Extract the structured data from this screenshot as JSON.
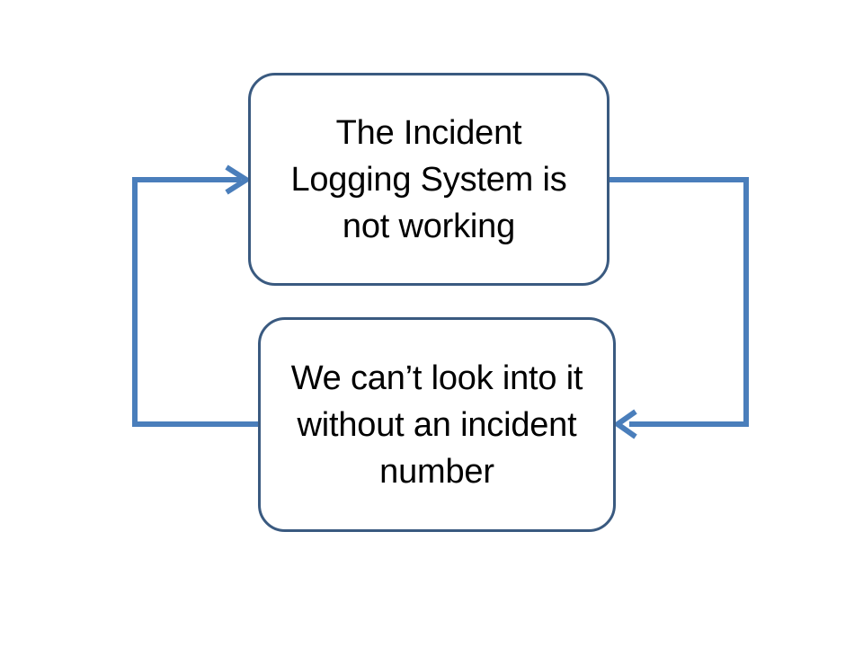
{
  "diagram": {
    "type": "flowchart-loop",
    "title": "",
    "background_color": "#ffffff",
    "nodes": [
      {
        "id": "incident-logging-system-down",
        "name": "top-node",
        "text": "The Incident\nLogging System is\nnot working",
        "text_color": "#000000",
        "fill_color": "#ffffff",
        "border_color": "#3a5a80",
        "shape": "rounded-rectangle"
      },
      {
        "id": "cannot-look-without-number",
        "name": "bottom-node",
        "text": "We can’t look into it\nwithout an incident\nnumber",
        "text_color": "#000000",
        "fill_color": "#ffffff",
        "border_color": "#3a5a80",
        "shape": "rounded-rectangle"
      }
    ],
    "connectors": [
      {
        "id": "top-to-bottom",
        "name": "right-elbow-connector",
        "from": "incident-logging-system-down",
        "to": "cannot-look-without-number",
        "color": "#4a7ebb",
        "stroke_width": 6,
        "arrowhead": "open-chevron",
        "arrow_direction": "left",
        "label": ""
      },
      {
        "id": "bottom-to-top",
        "name": "left-elbow-connector",
        "from": "cannot-look-without-number",
        "to": "incident-logging-system-down",
        "color": "#4a7ebb",
        "stroke_width": 6,
        "arrowhead": "open-chevron",
        "arrow_direction": "right",
        "label": ""
      }
    ]
  }
}
